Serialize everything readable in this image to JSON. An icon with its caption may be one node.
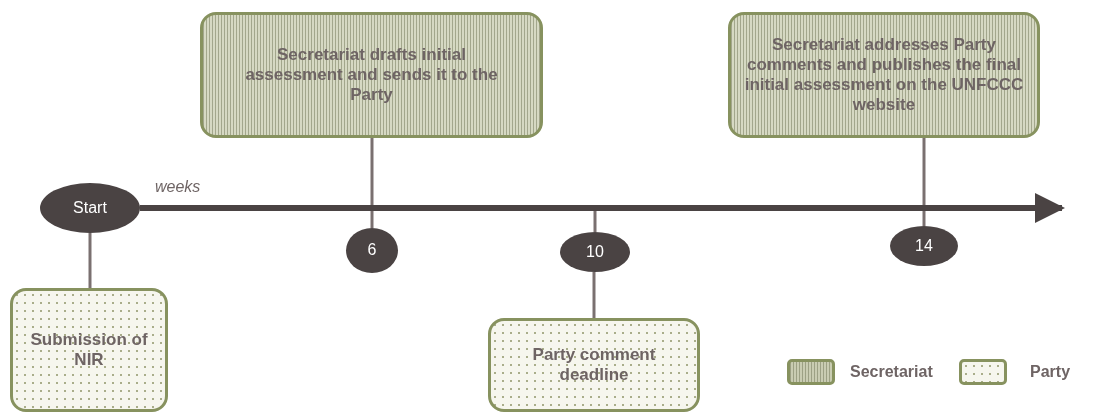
{
  "diagram": {
    "nodes": [
      {
        "text": [
          "Start"
        ]
      },
      {
        "text": [
          "Submission of NIR"
        ]
      },
      {
        "text": [
          "Secretariat drafts initial assessment and sends it to the Party"
        ]
      },
      {
        "text": [
          "6"
        ]
      },
      {
        "text": [
          "10"
        ]
      },
      {
        "text": [
          "Party comment deadline"
        ]
      },
      {
        "text": [
          "Secretariat addresses Party comments and publishes the final initial assessment on the UNFCCC website"
        ]
      },
      {
        "text": [
          "14"
        ]
      }
    ],
    "edges": [
      {
        "from": 0,
        "to": null,
        "arrow": "to",
        "style": "thick",
        "color": "#4a4343"
      },
      {
        "from": 0,
        "to": 1,
        "arrow": "none"
      },
      {
        "from": 2,
        "to": 3,
        "arrow": "none"
      },
      {
        "from": 4,
        "to": 5,
        "arrow": "none"
      },
      {
        "from": 0,
        "to": 4,
        "arrow": "none"
      },
      {
        "from": 6,
        "to": 7,
        "arrow": "none"
      }
    ],
    "labels": [
      "weeks"
    ],
    "legend": [
      {
        "text": "Secretariat",
        "color": "#c9ccb2"
      },
      {
        "text": "Party",
        "color": "#f6f6ee"
      }
    ]
  }
}
